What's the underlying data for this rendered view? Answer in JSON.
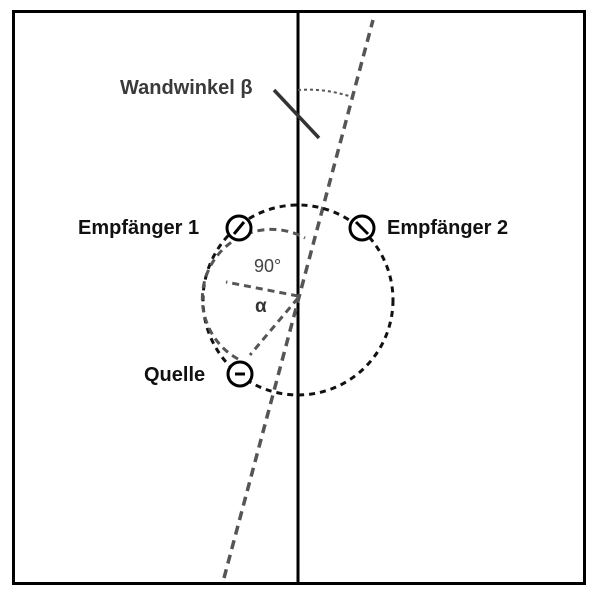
{
  "labels": {
    "wall_angle": "Wandwinkel β",
    "receiver_1": "Empfänger 1",
    "receiver_2": "Empfänger 2",
    "source": "Quelle",
    "right_angle": "90°",
    "alpha": "α"
  },
  "colors": {
    "frame": "#000000",
    "dashed_dark": "#111111",
    "dashed_grey": "#555555",
    "label_dark": "#111111",
    "label_grey": "#3a3a3a"
  }
}
